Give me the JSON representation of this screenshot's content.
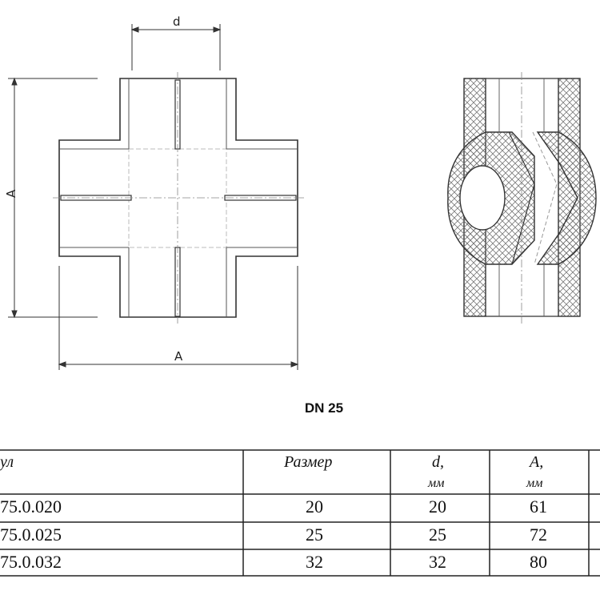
{
  "drawing": {
    "dimensions": {
      "d": "d",
      "a_vertical": "A",
      "a_horizontal": "A"
    }
  },
  "subtitle": "DN 25",
  "table": {
    "headers": [
      {
        "label": "ул",
        "unit": ""
      },
      {
        "label": "Размер",
        "unit": ""
      },
      {
        "label": "d,",
        "unit": "мм"
      },
      {
        "label": "A,",
        "unit": "мм"
      }
    ],
    "rows": [
      {
        "article": "75.0.020",
        "size": "20",
        "d": "20",
        "a": "61"
      },
      {
        "article": "75.0.025",
        "size": "25",
        "d": "25",
        "a": "72"
      },
      {
        "article": "75.0.032",
        "size": "32",
        "d": "32",
        "a": "80"
      }
    ]
  }
}
